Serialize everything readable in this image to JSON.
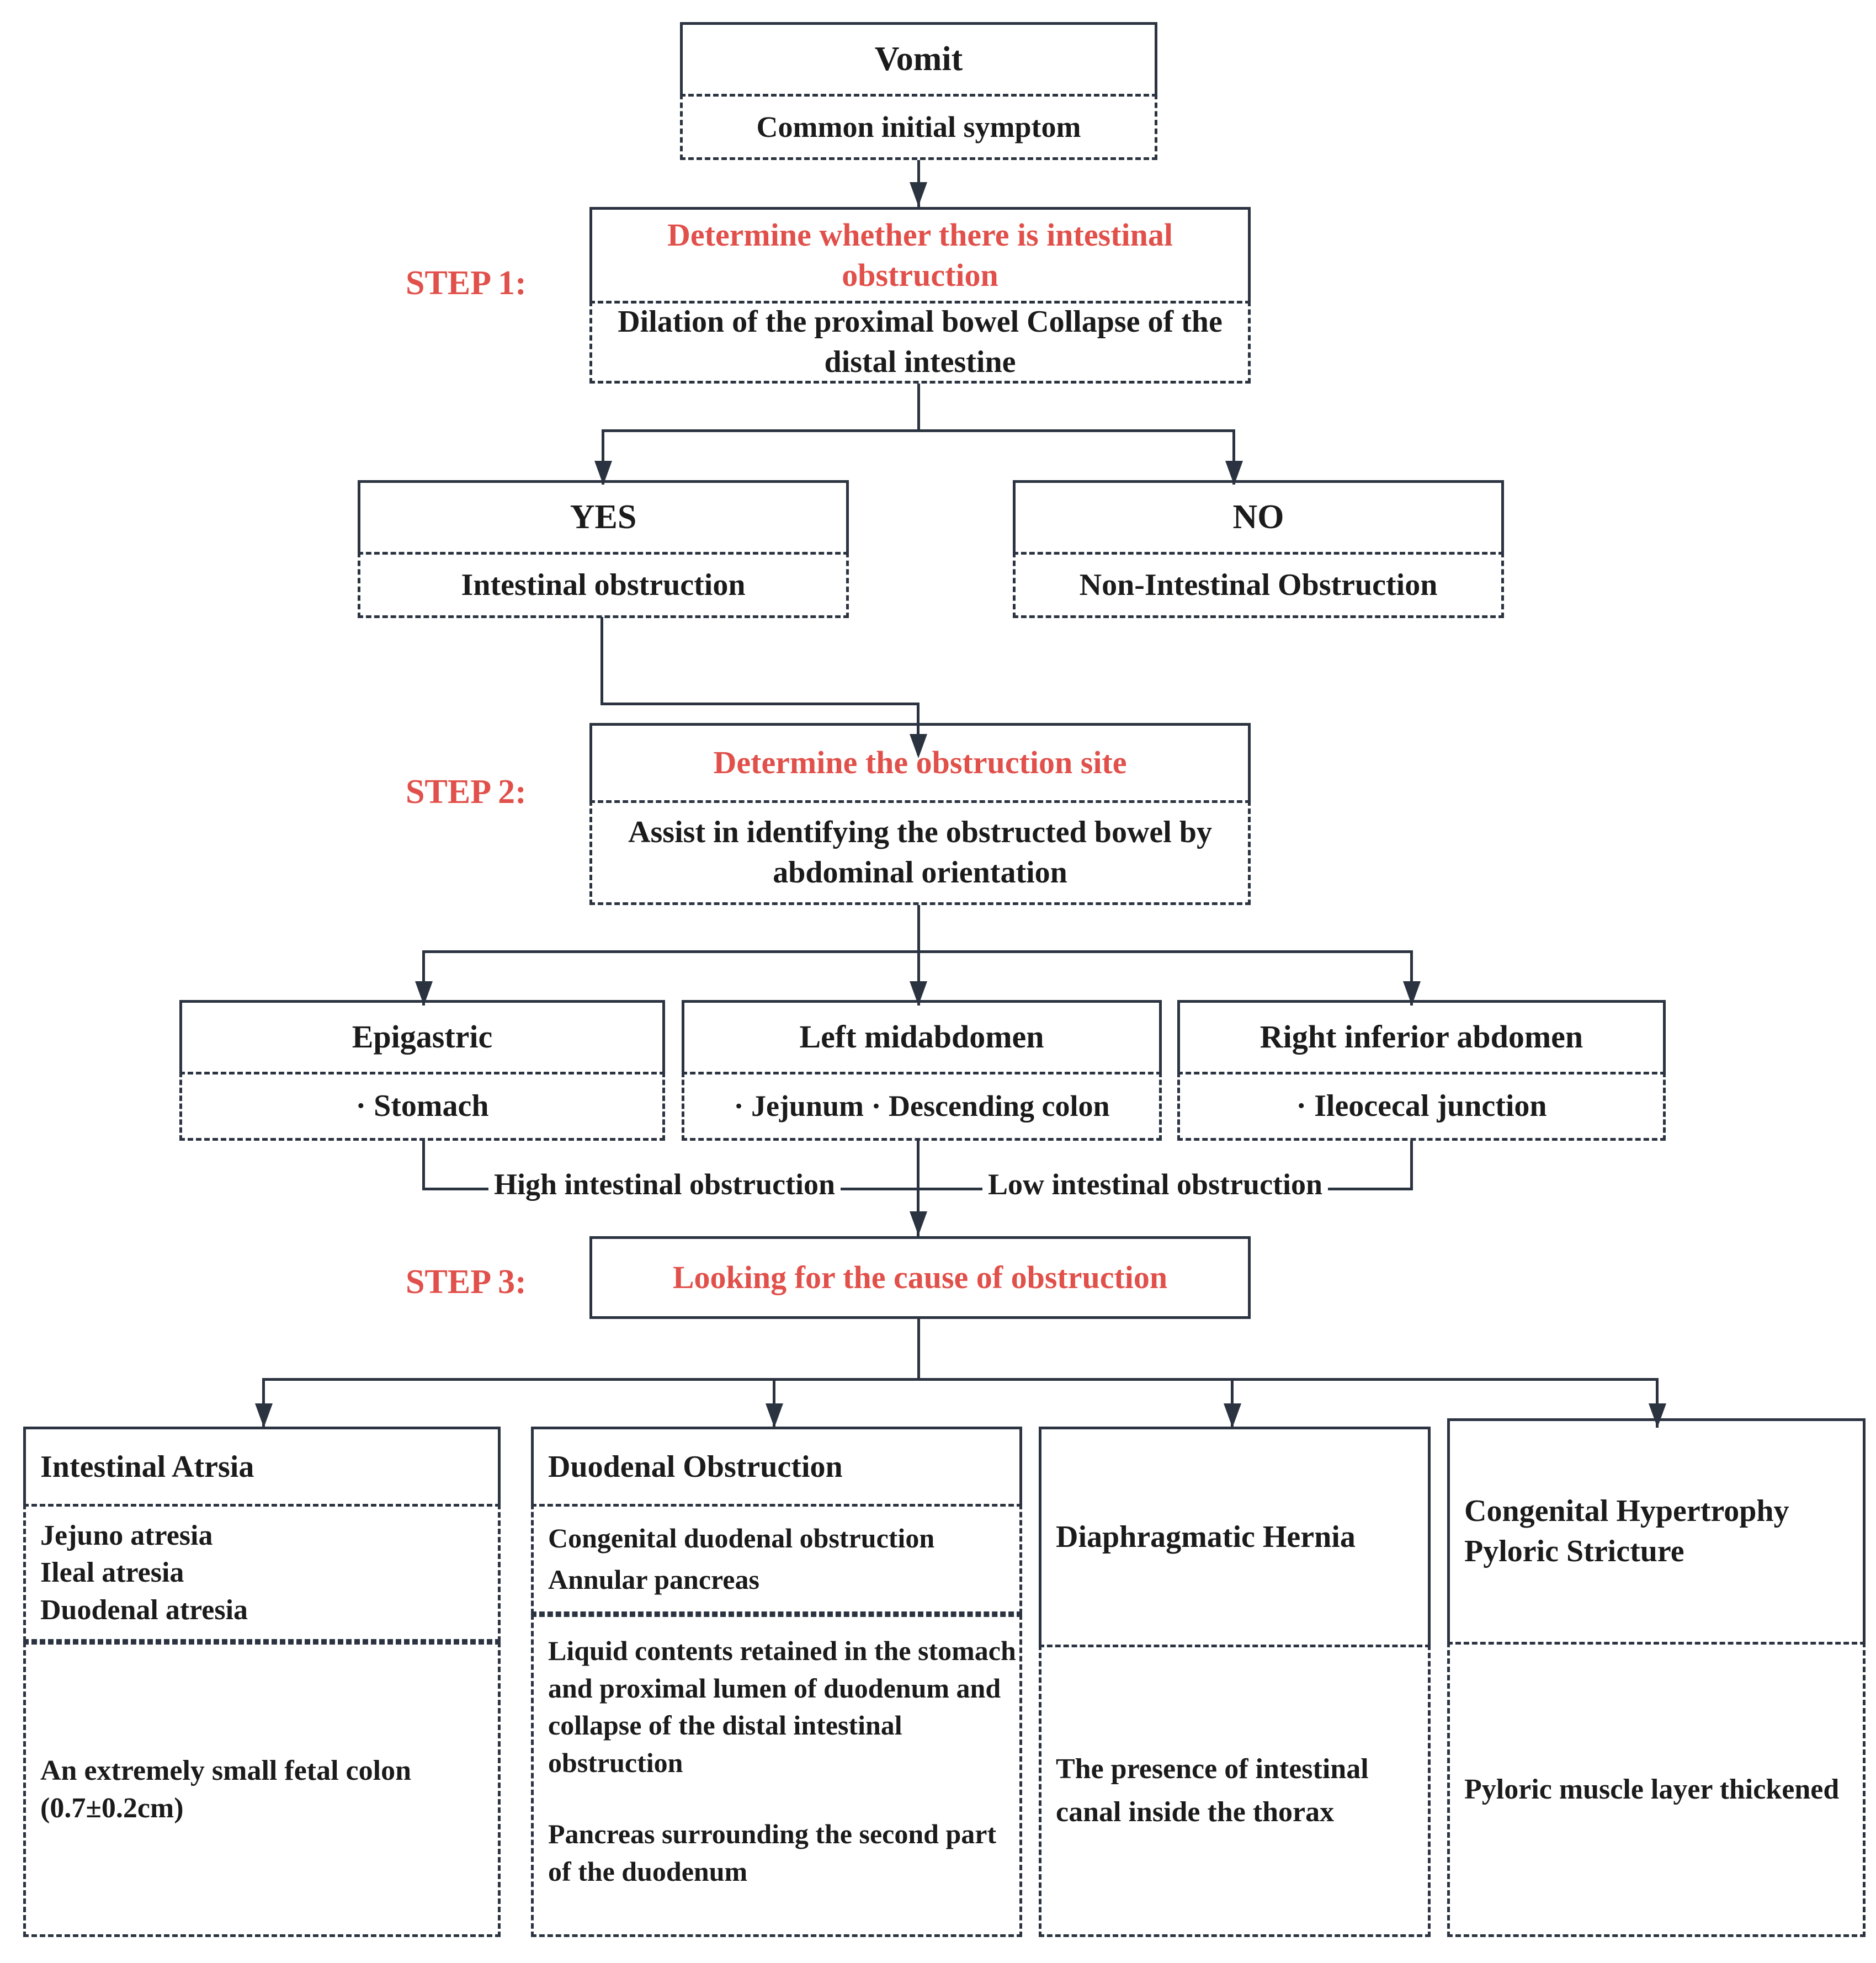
{
  "diagram": {
    "title_color": "#e1504a",
    "line_color": "#2b3340",
    "steps": {
      "step1_label": "STEP 1:",
      "step2_label": "STEP 2:",
      "step3_label": "STEP 3:"
    },
    "edge_labels": {
      "high": "High intestinal obstruction",
      "low": "Low intestinal obstruction"
    },
    "nodes": {
      "vomit": {
        "title": "Vomit",
        "detail": "Common initial symptom"
      },
      "step1": {
        "title": "Determine whether there is intestinal obstruction",
        "detail": "Dilation of the proximal bowel Collapse of the distal intestine"
      },
      "yes": {
        "title": "YES",
        "detail": "Intestinal obstruction"
      },
      "no": {
        "title": "NO",
        "detail": "Non-Intestinal Obstruction"
      },
      "step2": {
        "title": "Determine the obstruction site",
        "detail": "Assist in identifying the obstructed bowel by abdominal orientation"
      },
      "epigastric": {
        "title": "Epigastric",
        "detail": "· Stomach"
      },
      "left_midabdomen": {
        "title": "Left midabdomen",
        "detail": "· Jejunum  · Descending colon"
      },
      "right_inferior_abdomen": {
        "title": "Right inferior abdomen",
        "detail": "· Ileocecal junction"
      },
      "step3": {
        "title": "Looking for the cause of obstruction"
      },
      "intestinal_atresia": {
        "title": "Intestinal Atrsia",
        "list": "Jejuno atresia\nIleal atresia\nDuodenal atresia",
        "detail": "An extremely small fetal colon (0.7±0.2cm)"
      },
      "duodenal_obstruction": {
        "title": "Duodenal Obstruction",
        "list": "Congenital duodenal obstruction\nAnnular pancreas",
        "detail": "Liquid contents retained in the stomach and proximal lumen of duodenum and collapse of the distal intestinal obstruction",
        "detail2": "Pancreas surrounding the second part of the duodenum"
      },
      "diaphragmatic_hernia": {
        "title": "Diaphragmatic Hernia",
        "detail": "The presence of intestinal canal inside the thorax"
      },
      "congenital_hypertrophy": {
        "title": "Congenital Hypertrophy Pyloric Stricture",
        "detail": "Pyloric muscle layer thickened"
      }
    }
  }
}
